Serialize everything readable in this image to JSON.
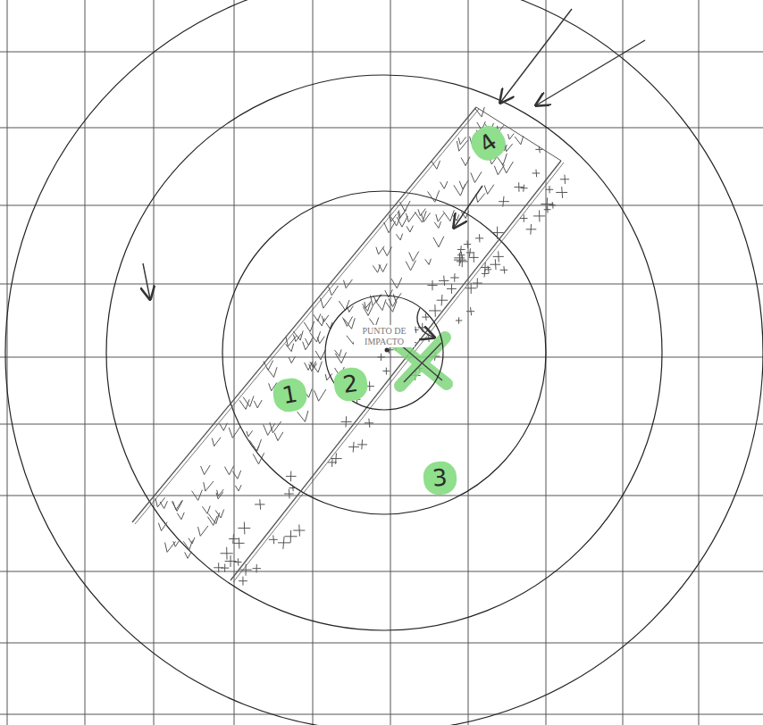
{
  "diagram": {
    "nodes": [
      {
        "text": [
          "PUNTO DE IMPACTO"
        ]
      }
    ],
    "labels": [
      "4",
      "1",
      "2",
      "3"
    ]
  }
}
